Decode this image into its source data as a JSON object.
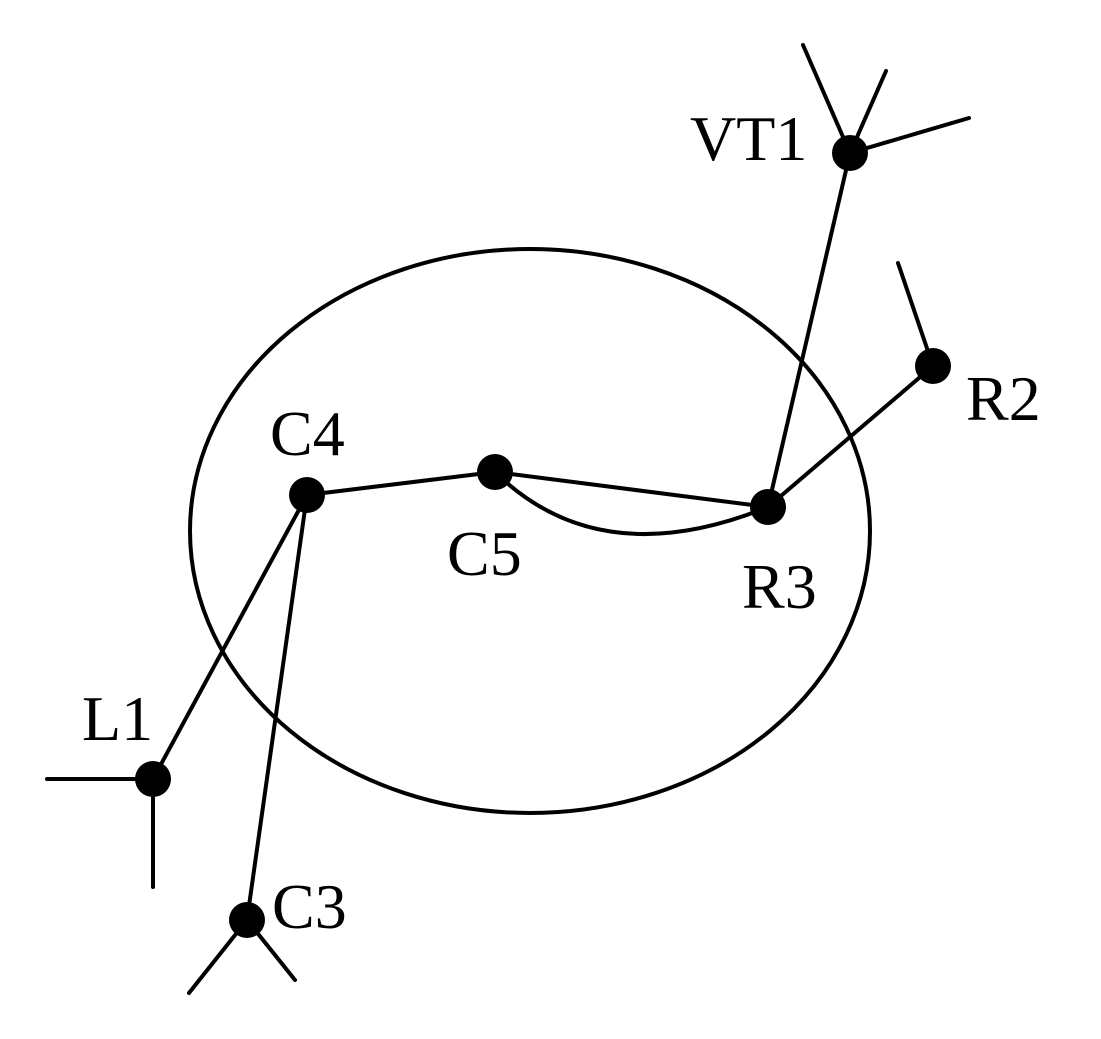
{
  "diagram": {
    "region": "ellipse",
    "labels": {
      "vt1": "VT1",
      "r2": "R2",
      "c4": "C4",
      "c5": "C5",
      "r3": "R3",
      "l1": "L1",
      "c3": "C3"
    },
    "colors": {
      "ink": "#000000",
      "background": "#ffffff"
    }
  }
}
